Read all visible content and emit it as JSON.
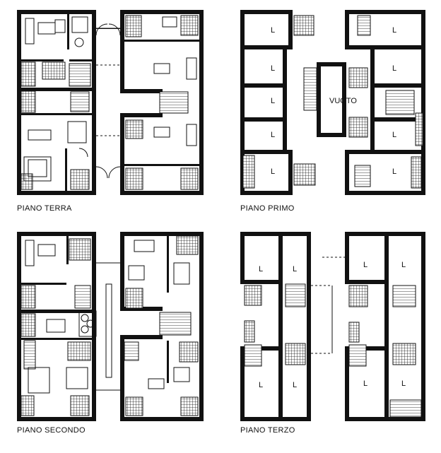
{
  "plans": [
    {
      "id": "piano-terra",
      "title": "PIANO TERRA"
    },
    {
      "id": "piano-primo",
      "title": "PIANO PRIMO",
      "void_label": "VUOTO",
      "room_tag": "L"
    },
    {
      "id": "piano-secondo",
      "title": "PIANO SECONDO"
    },
    {
      "id": "piano-terzo",
      "title": "PIANO TERZO",
      "room_tag": "L"
    }
  ]
}
